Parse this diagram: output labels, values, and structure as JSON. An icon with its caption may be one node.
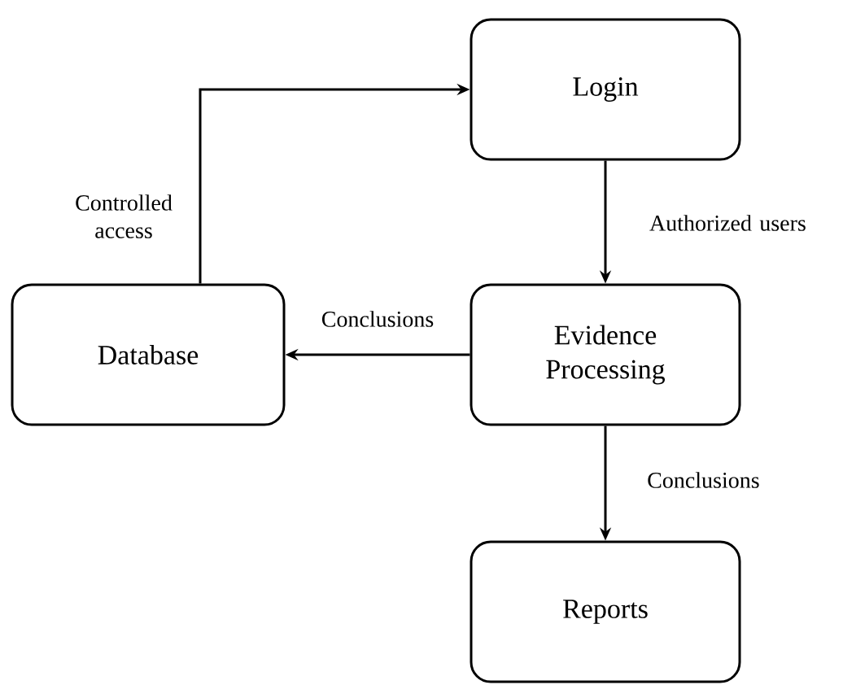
{
  "diagram": {
    "nodes": [
      {
        "text": [
          "Login"
        ]
      },
      {
        "text": [
          "Evidence Processing"
        ]
      },
      {
        "text": [
          "Database"
        ]
      },
      {
        "text": [
          "Reports"
        ]
      }
    ],
    "edges": [
      {
        "from": 2,
        "to": 0,
        "arrow": "to",
        "label": "Controlled access"
      },
      {
        "from": 0,
        "to": 1,
        "arrow": "to",
        "label": "Authorized users"
      },
      {
        "from": 1,
        "to": 2,
        "arrow": "to",
        "label": "Conclusions"
      },
      {
        "from": 1,
        "to": 3,
        "arrow": "to",
        "label": "Conclusions"
      }
    ]
  }
}
